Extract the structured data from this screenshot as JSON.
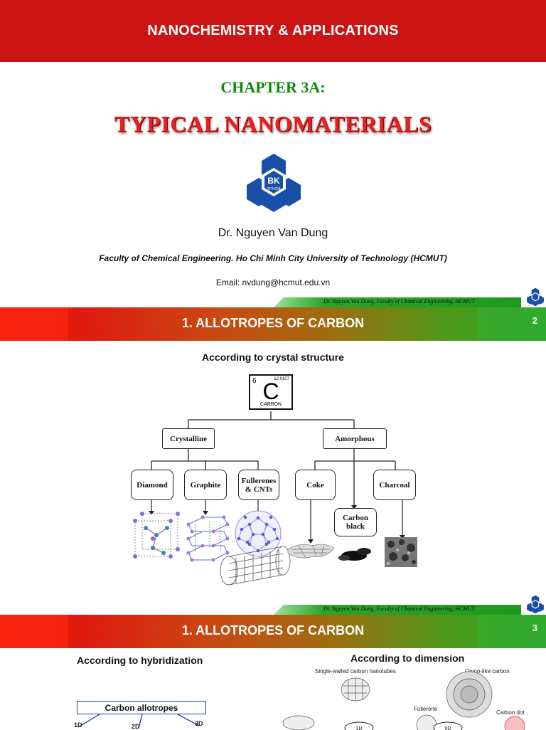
{
  "slide1": {
    "course_title": "NANOCHEMISTRY & APPLICATIONS",
    "chapter": "CHAPTER 3A:",
    "title": "TYPICAL NANOMATERIALS",
    "logo_text": "BK",
    "logo_subtext": "TP.HCM",
    "author": "Dr. Nguyen Van Dung",
    "faculty": "Faculty of Chemical Engineering. Ho Chi Minh City University of Technology (HCMUT)",
    "email": "Email: nvdung@hcmut.edu.vn",
    "footer": "Dr. Nguyen Van Dung, Faculty of Chemical Engineering, HCMUT"
  },
  "slide2": {
    "title": "1. ALLOTROPES OF CARBON",
    "page_number": "2",
    "subtitle": "According to crystal structure",
    "element": {
      "number": "6",
      "mass": "12.0107",
      "symbol": "C",
      "name": "CARBON"
    },
    "crystalline": "Crystalline",
    "amorphous": "Amorphous",
    "diamond": "Diamond",
    "graphite": "Graphite",
    "fullerenes_l1": "Fullerenes",
    "fullerenes_l2": "& CNTs",
    "coke": "Coke",
    "carbon_black_l1": "Carbon",
    "carbon_black_l2": "black",
    "charcoal": "Charcoal",
    "footer": "Dr. Nguyen Van Dung, Faculty of Chemical Engineering, HCMUT"
  },
  "slide3": {
    "title": "1. ALLOTROPES OF CARBON",
    "page_number": "3",
    "sub_left": "According to hybridization",
    "sub_right": "According to dimension",
    "swcnt": "Single-walled carbon nanotubes",
    "onion": "Onion-like carbon",
    "fullerene": "Fullerene",
    "carbon_dot": "Carbon dot",
    "allotropes_box": "Carbon allotropes",
    "d1": "1D",
    "d2": "2D",
    "d3": "3D",
    "d1b": "1D",
    "d0": "0D"
  }
}
